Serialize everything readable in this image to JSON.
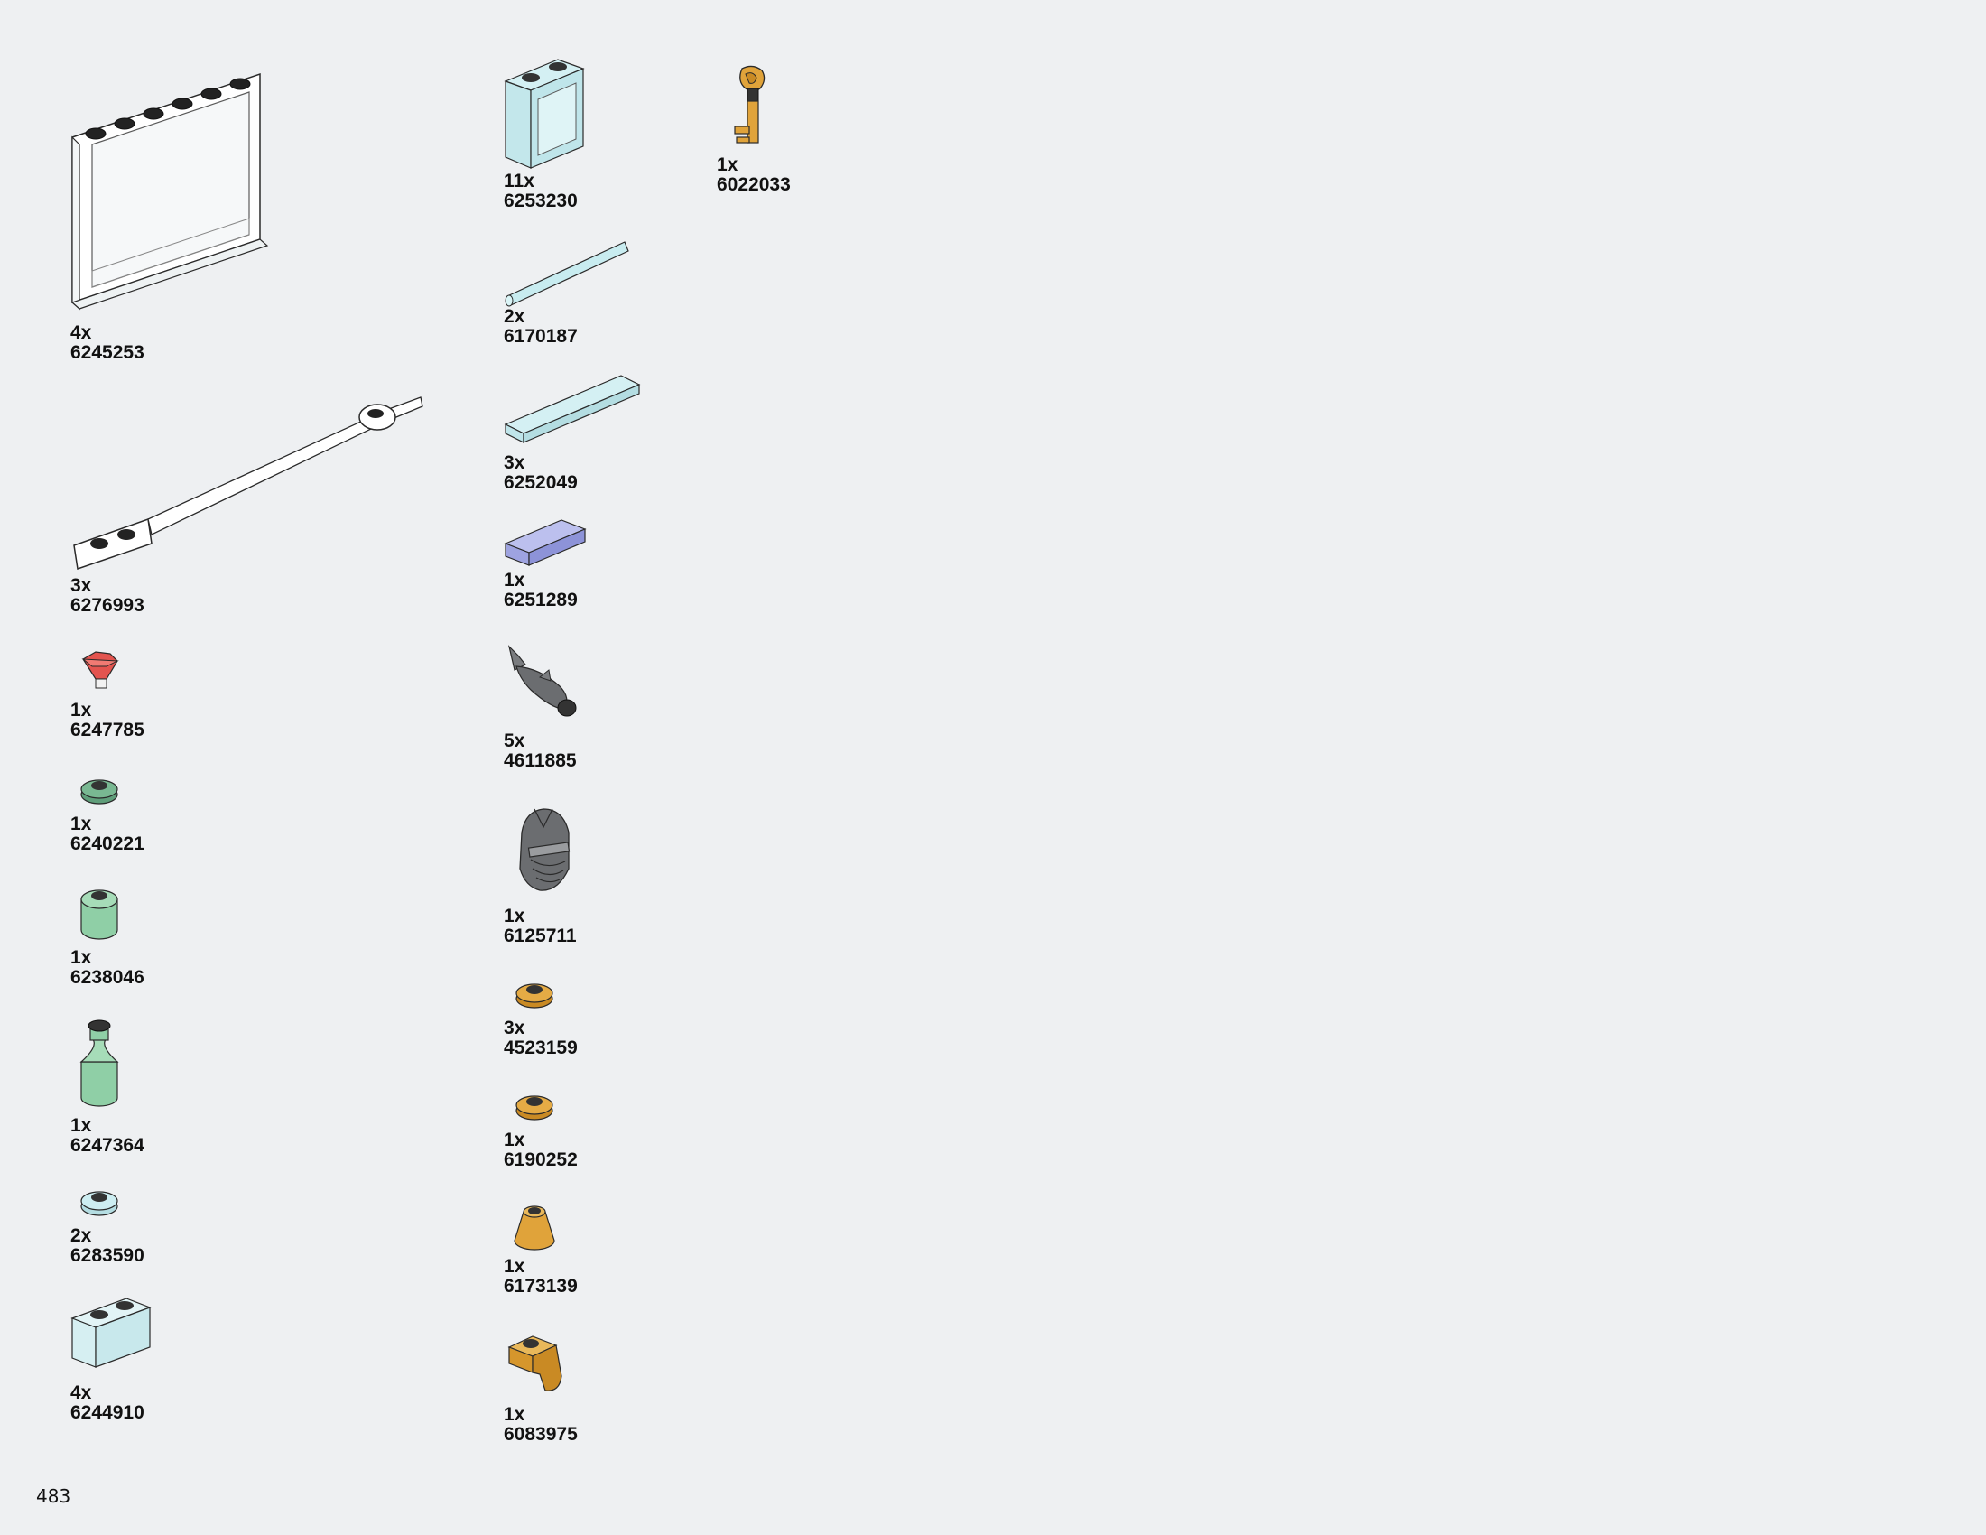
{
  "page": {
    "number": "483"
  },
  "parts": [
    {
      "id": "p6245253",
      "qty": "4x",
      "element": "6245253",
      "icon": "transparent-frame-1x6x5-icon"
    },
    {
      "id": "p6276993",
      "qty": "3x",
      "element": "6276993",
      "icon": "transparent-bar-with-plate-icon"
    },
    {
      "id": "p6247785",
      "qty": "1x",
      "element": "6247785",
      "icon": "trans-red-gem-icon"
    },
    {
      "id": "p6240221",
      "qty": "1x",
      "element": "6240221",
      "icon": "sand-green-round-plate-icon"
    },
    {
      "id": "p6238046",
      "qty": "1x",
      "element": "6238046",
      "icon": "trans-green-round-brick-icon"
    },
    {
      "id": "p6247364",
      "qty": "1x",
      "element": "6247364",
      "icon": "trans-green-bottle-icon"
    },
    {
      "id": "p6283590",
      "qty": "2x",
      "element": "6283590",
      "icon": "trans-light-blue-round-plate-icon"
    },
    {
      "id": "p6244910",
      "qty": "4x",
      "element": "6244910",
      "icon": "trans-clear-brick-1x2-icon"
    },
    {
      "id": "p6253230",
      "qty": "11x",
      "element": "6253230",
      "icon": "trans-light-blue-window-icon"
    },
    {
      "id": "p6170187",
      "qty": "2x",
      "element": "6170187",
      "icon": "trans-light-blue-bar-icon"
    },
    {
      "id": "p6252049",
      "qty": "3x",
      "element": "6252049",
      "icon": "trans-light-blue-tile-1x4-icon"
    },
    {
      "id": "p6251289",
      "qty": "1x",
      "element": "6251289",
      "icon": "trans-purple-tile-1x2-icon"
    },
    {
      "id": "p4611885",
      "qty": "5x",
      "element": "4611885",
      "icon": "gray-fish-icon"
    },
    {
      "id": "p6125711",
      "qty": "1x",
      "element": "6125711",
      "icon": "gray-knight-helmet-icon"
    },
    {
      "id": "p4523159",
      "qty": "3x",
      "element": "4523159",
      "icon": "gold-round-plate-icon"
    },
    {
      "id": "p6190252",
      "qty": "1x",
      "element": "6190252",
      "icon": "gold-round-plate-small-icon"
    },
    {
      "id": "p6173139",
      "qty": "1x",
      "element": "6173139",
      "icon": "gold-cone-icon"
    },
    {
      "id": "p6083975",
      "qty": "1x",
      "element": "6083975",
      "icon": "gold-bracket-icon"
    },
    {
      "id": "p6022033",
      "qty": "1x",
      "element": "6022033",
      "icon": "gold-key-icon"
    }
  ],
  "colors": {
    "background": "#eef0f2",
    "outline": "#2a2a2a",
    "trans_clear": "#ffffff",
    "trans_light_blue": "#c8ecf0",
    "trans_purple": "#a9aee6",
    "trans_green": "#8fcfa6",
    "sand_green": "#6fae8a",
    "trans_red": "#e3544f",
    "dark_gray": "#6b6d70",
    "gold": "#e0a33a"
  }
}
